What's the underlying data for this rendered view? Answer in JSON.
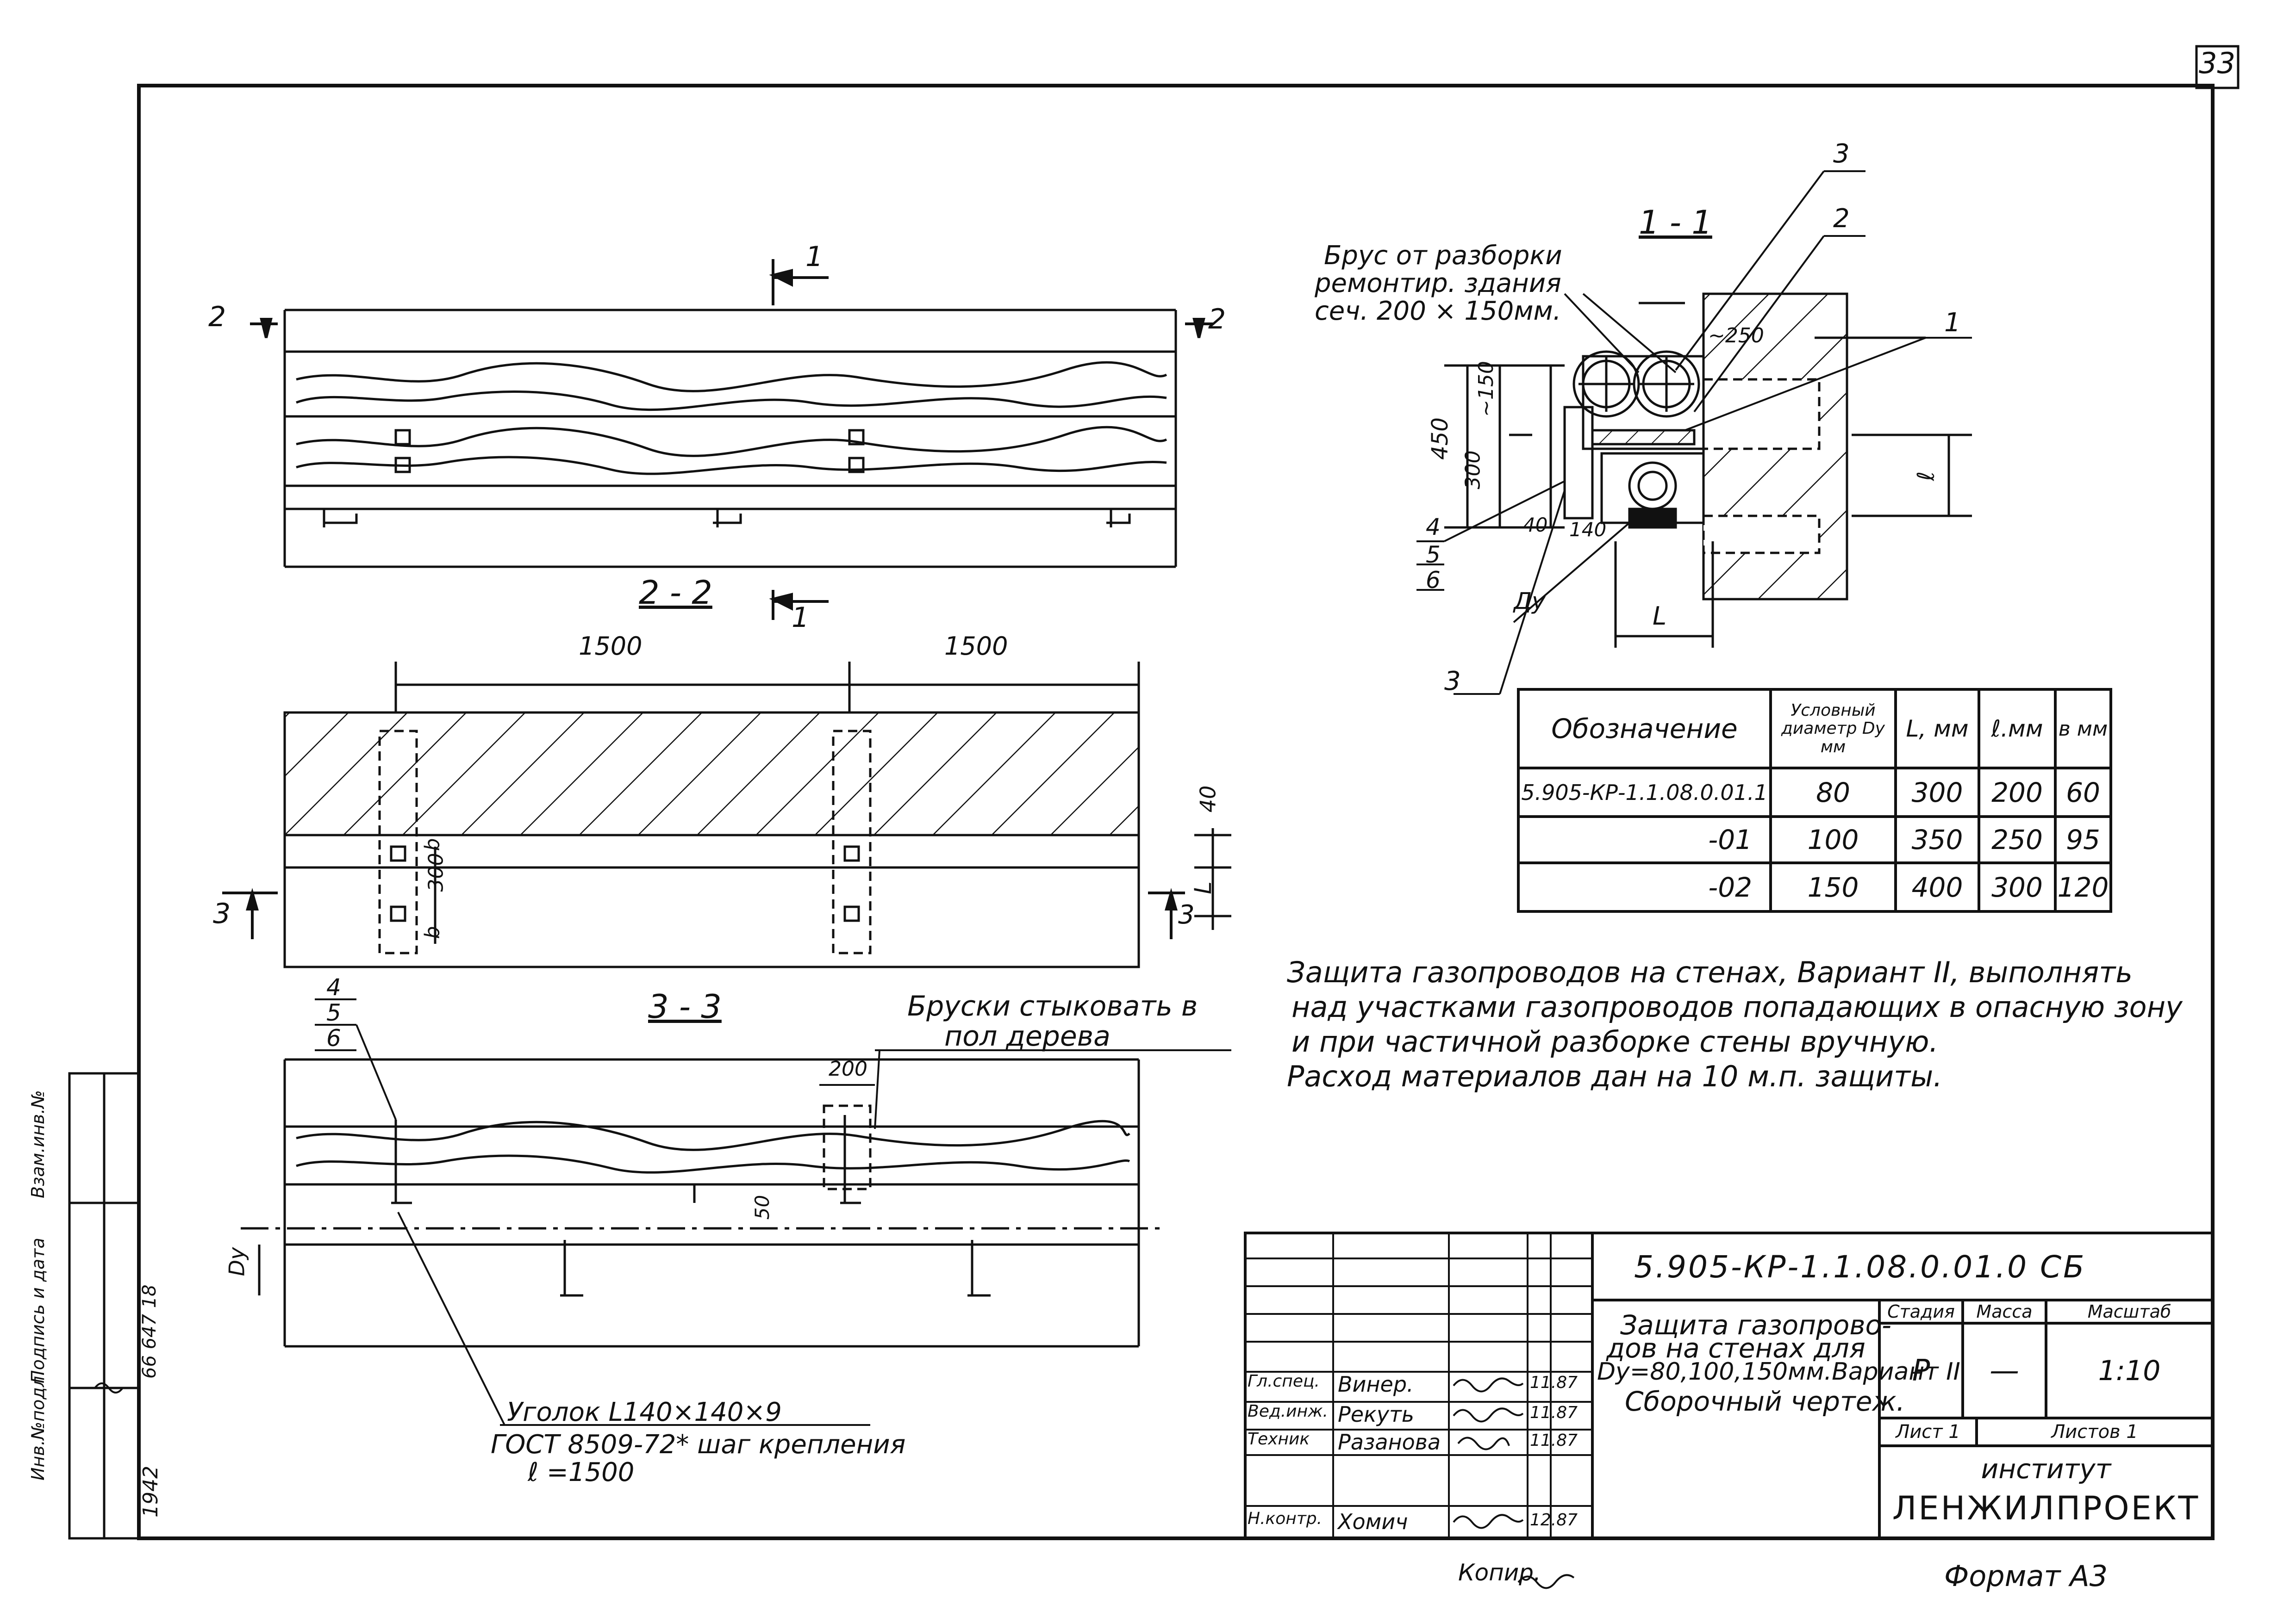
{
  "page_number": "33",
  "sections": {
    "s1_1": "1 - 1",
    "s2_2": "2 - 2",
    "s3_3": "3 - 3",
    "cut1_top": "1",
    "cut1_bottom": "1",
    "cut2_left": "2",
    "cut2_right": "2",
    "cut3_left": "3",
    "cut3_right": "3"
  },
  "view_top": {
    "dims": [
      "1500",
      "1500"
    ]
  },
  "view_middle": {
    "dim_40": "40",
    "dim_L": "L",
    "dim_300": "300",
    "dim_b1": "b",
    "dim_b2": "b"
  },
  "view_bottom": {
    "dim_200": "200",
    "dim_50": "50",
    "dim_Dy": "Dy",
    "callout_4": "4",
    "callout_5": "5",
    "callout_6": "6",
    "note_join": [
      "Бруски стыковать в",
      "пол дерева"
    ],
    "angle_note": [
      "Уголок L140×140×9",
      "ГОСТ 8509-72* шаг крепления",
      "ℓ =1500"
    ]
  },
  "section_1_1": {
    "timber_note": [
      "Брус от разборки",
      "ремонтир. здания",
      "сеч. 200 × 150мм."
    ],
    "dim_450": "450",
    "dim_150": "~150",
    "dim_300": "300",
    "dim_250": "~250",
    "dim_40": "40",
    "dim_140": "140",
    "dim_Dy": "Ду",
    "dim_L": "L",
    "dim_l": "ℓ",
    "callouts": [
      "1",
      "2",
      "3",
      "3",
      "4",
      "5",
      "6"
    ]
  },
  "spec_table": {
    "headers": [
      "Обозначение",
      "Условный диаметр Dy мм",
      "L, мм",
      "ℓ.мм",
      "в мм"
    ],
    "rows": [
      [
        "5.905-КР-1.1.08.0.01.1",
        "80",
        "300",
        "200",
        "60"
      ],
      [
        "-01",
        "100",
        "350",
        "250",
        "95"
      ],
      [
        "-02",
        "150",
        "400",
        "300",
        "120"
      ]
    ]
  },
  "notes": [
    "Защита газопроводов на стенах, Вариант II, выполнять",
    "над участками газопроводов попадающих в опасную зону",
    "и при частичной разборке стены вручную.",
    "Расход материалов дан на 10 м.п. защиты."
  ],
  "title_block": {
    "code": "5.905-КР-1.1.08.0.01.0 СБ",
    "title": [
      "Защита газопрово-",
      "дов на стенах для",
      "Dy=80,100,150мм.Вариант II",
      "Сборочный чертеж."
    ],
    "stage_label": "Стадия",
    "mass_label": "Масса",
    "scale_label": "Масштаб",
    "stage": "Р",
    "mass": "—",
    "scale": "1:10",
    "sheet": "Лист 1",
    "sheets": "Листов 1",
    "institute_label": "институт",
    "institute": "ЛЕНЖИЛПРОЕКТ",
    "signatures": [
      {
        "role": "Гл.спец.",
        "name": "Винер.",
        "date": "11.87"
      },
      {
        "role": "Вед.инж.",
        "name": "Рекуть",
        "date": "11.87"
      },
      {
        "role": "Техник",
        "name": "Разанова",
        "date": "11.87"
      },
      {
        "role": "Н.контр.",
        "name": "Хомич",
        "date": "12.87"
      }
    ]
  },
  "side_stamp": {
    "inv_no": "Инв.№подл.",
    "sign_date": "Подпись и дата",
    "replace_inv": "Взам.инв.№",
    "inv_value": "1942",
    "date_value": "66 647 18"
  },
  "footer": {
    "copy": "Копир.",
    "format": "Формат А3"
  }
}
